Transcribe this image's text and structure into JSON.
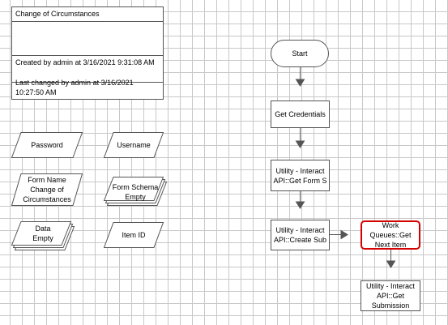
{
  "info": {
    "title": "Change of Circumstances",
    "created": "Created by admin at 3/16/2021 9:31:08 AM",
    "changed": "Last changed by admin at 3/16/2021 10:27:50 AM"
  },
  "data_items": [
    {
      "name": "Password",
      "value": ""
    },
    {
      "name": "Username",
      "value": ""
    },
    {
      "name": "Form Name",
      "value": "Change of Circumstances"
    },
    {
      "name": "Form Schema",
      "value": "Empty"
    },
    {
      "name": "Data",
      "value": "Empty"
    },
    {
      "name": "Item ID",
      "value": ""
    }
  ],
  "flow": {
    "start": "Start",
    "get_credentials": "Get Credentials",
    "get_form_schema": "Utility - Interact API::Get Form S",
    "create_submission": "Utility - Interact API::Create Sub",
    "work_queues": "Work Queues::Get Next Item",
    "get_submission": "Utility - Interact API::Get Submission"
  }
}
